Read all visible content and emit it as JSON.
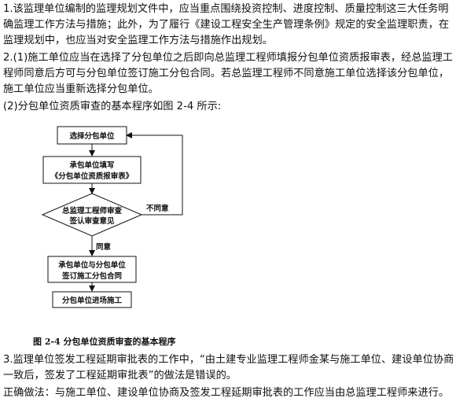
{
  "paragraphs": {
    "p1": "1.该监理单位编制的监理规划文件中，应当重点围绕投资控制、进度控制、质量控制这三大任务明确监理工作方法与措施；此外，为了履行《建设工程安全生产管理条例》规定的安全监理职责，在监理规划中，也应当对安全监理工作方法与措施作出规划。",
    "p2": "2.(1)施工单位应当在选择了分包单位之后即向总监理工程师填报分包单位资质报审表，经总监理工程师同意后方可与分包单位签订施工分包合同。若总监理工程师不同意施工单位选择该分包单位，施工单位应当重新选择分包单位。",
    "p3": "(2)分包单位资质审查的基本程序如图 2-4 所示:",
    "p4": "3.监理单位签发工程延期审批表的工作中，“由土建专业监理工程师金某与施工单位、建设单位协商一致后，签发了工程延期审批表”的做法是错误的。",
    "p5": "正确做法：与施工单位、建设单位协商及签发工程延期审批表的工作应当由总监理工程师来进行。"
  },
  "flowchart": {
    "step1": "选择分包单位",
    "step2_line1": "承包单位填写",
    "step2_line2": "《分包单位资质报审表》",
    "decision_line1": "总监理工程师审查",
    "decision_line2": "签认审查意见",
    "reject_label": "不同意",
    "agree_label": "同意",
    "step3_line1": "承包单位与分包单位",
    "step3_line2": "签订施工分包合同",
    "step4": "分包单位进场施工"
  },
  "caption": "图 2-4   分包单位资质审查的基本程序"
}
